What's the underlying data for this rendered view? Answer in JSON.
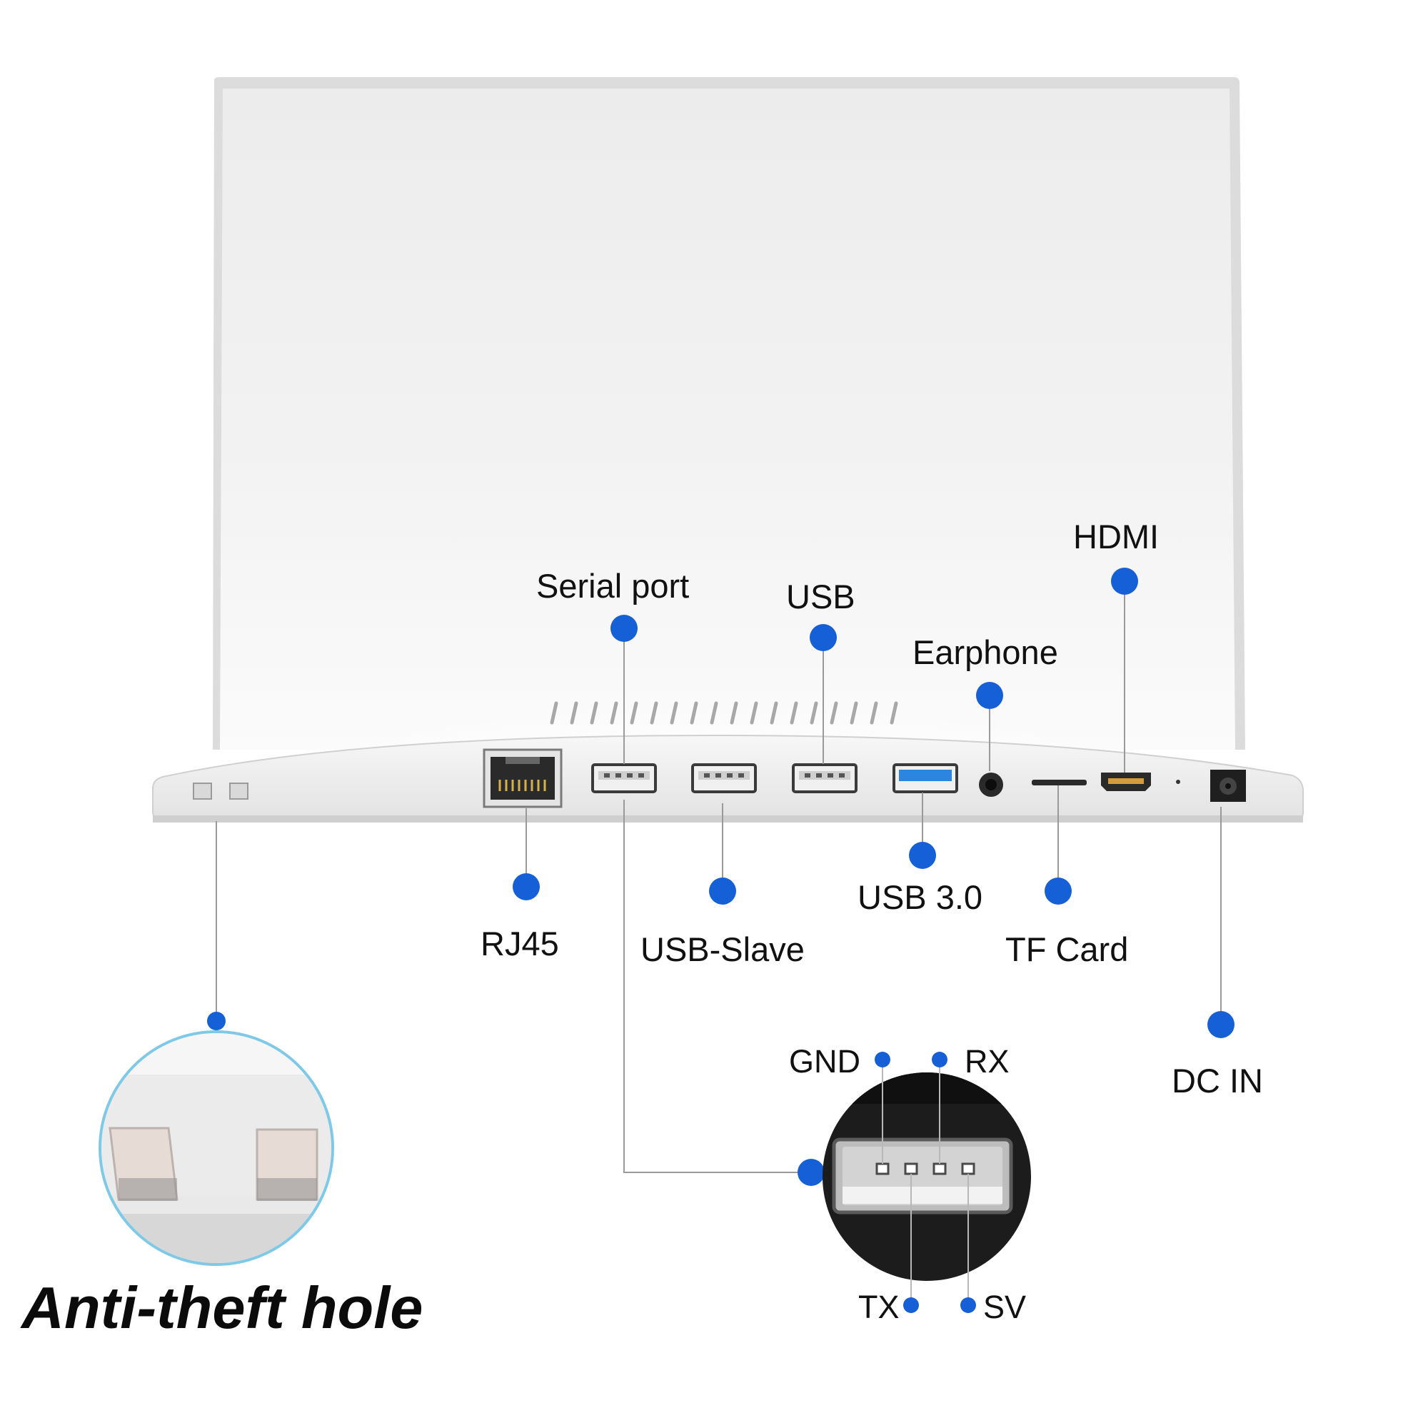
{
  "colors": {
    "dot": "#1560d6",
    "leader_line": "#9a9a9a",
    "device_body": "#f3f3f3",
    "port_dark": "#1a1a1a",
    "usb3_blue": "#2a86e0"
  },
  "labels": {
    "serial_port": "Serial port",
    "usb": "USB",
    "hdmi": "HDMI",
    "earphone": "Earphone",
    "rj45": "RJ45",
    "usb_slave": "USB-Slave",
    "usb3": "USB 3.0",
    "tf_card": "TF Card",
    "dc_in": "DC IN",
    "gnd": "GND",
    "rx": "RX",
    "tx": "TX",
    "sv": "SV",
    "anti_theft": "Anti-theft hole"
  },
  "icons": [
    "rj45-port-icon",
    "usb-port-icon",
    "usb3-port-icon",
    "earphone-jack-icon",
    "tf-card-slot-icon",
    "hdmi-port-icon",
    "dc-in-jack-icon"
  ]
}
